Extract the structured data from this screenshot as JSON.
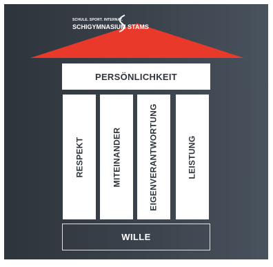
{
  "logo": {
    "tagline": "SCHULE. SPORT. INTERNAT.",
    "name_left": "SCHIGYMNASIUM",
    "name_right": "STAMS"
  },
  "top": {
    "label": "PERSÖNLICHKEIT"
  },
  "pillars": [
    {
      "label": "RESPEKT"
    },
    {
      "label": "MITEINANDER"
    },
    {
      "label": "EIGENVERANTWORTUNG"
    },
    {
      "label": "LEISTUNG"
    }
  ],
  "base": {
    "label": "WILLE"
  },
  "colors": {
    "roof": "#e8392b",
    "panel": "#3b434c",
    "text_dark": "#2f353c",
    "bar": "#ffffff"
  }
}
